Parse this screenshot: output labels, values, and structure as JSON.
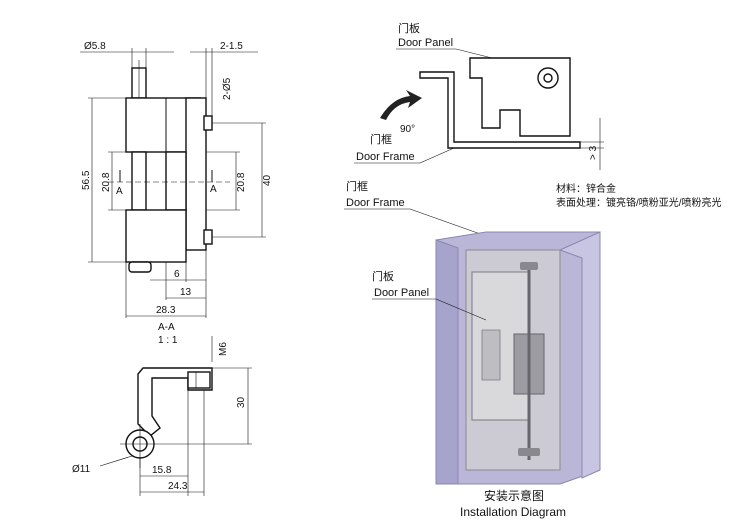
{
  "front_view": {
    "dims": {
      "pin_dia": "Ø5.8",
      "top_offset": "2-1.5",
      "hole_dia": "2-Ø5",
      "height_total": "56.5",
      "knuckle_left": "20.8",
      "knuckle_right": "20.8",
      "hole_spacing": "40",
      "section_mark_left": "A",
      "section_mark_right": "A",
      "width_6": "6",
      "width_13": "13",
      "width_total": "28.3"
    }
  },
  "section_view": {
    "title": "A-A",
    "scale": "1 : 1",
    "dims": {
      "thread": "M6",
      "height": "30",
      "knuckle_dia": "Ø11",
      "offset": "15.8",
      "width": "24.3"
    }
  },
  "install_top": {
    "door_panel_cn": "门板",
    "door_panel_en": "Door Panel",
    "door_frame_cn": "门框",
    "door_frame_en": "Door Frame",
    "angle": "90°",
    "gap": "> 3"
  },
  "spec": {
    "material": "材料：锌合金",
    "surface": "表面处理：镀亮铬/喷粉亚光/喷粉亮光"
  },
  "install_3d": {
    "door_frame_cn": "门框",
    "door_frame_en": "Door Frame",
    "door_panel_cn": "门板",
    "door_panel_en": "Door Panel",
    "caption_cn": "安装示意图",
    "caption_en": "Installation Diagram"
  },
  "colors": {
    "frame": "#b9b6d8",
    "panel": "#c9c9c9",
    "line": "#111111"
  }
}
